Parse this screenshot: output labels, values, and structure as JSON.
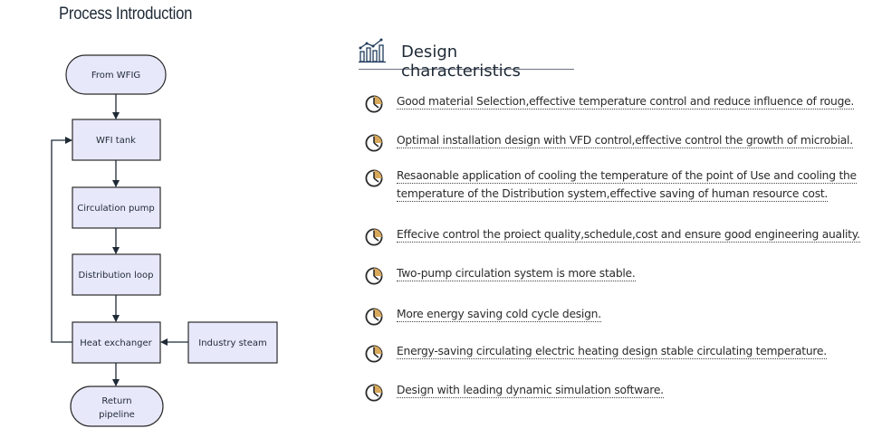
{
  "left_title": "Process Introduction",
  "flow": {
    "nodes": {
      "from_wfig": "From WFIG",
      "wfi_tank": "WFI tank",
      "circulation_pump": "Circulation pump",
      "distribution_loop": "Distribution loop",
      "heat_exchanger": "Heat exchanger",
      "industry_steam": "Industry steam",
      "return_line1": "Return",
      "return_line2": "pipeline"
    },
    "colors": {
      "fill": "#e8e8fb",
      "stroke": "#2b2b2b"
    }
  },
  "right": {
    "heading": "Design characteristics",
    "items": [
      "Good material Selection,effective temperature control and reduce influence of rouge.",
      "Optimal installation design with VFD control,effective control the growth of microbial.",
      "Resaonable application of cooling the temperature of the point of Use and cooling the temperature of the  Distribution system,effective saving of human resource cost.",
      "Effecive control the proiect quality,schedule,cost and ensure good engineering auality.",
      "Two-pump circulation system is more stable.",
      "More energy saving cold cycle design.",
      "Energy-saving circulating electric heating design stable circulating temperature.",
      "Design with leading dynamic simulation software."
    ]
  },
  "icons": {
    "heading": "bar-chart-icon",
    "bullet": "clock-icon"
  }
}
